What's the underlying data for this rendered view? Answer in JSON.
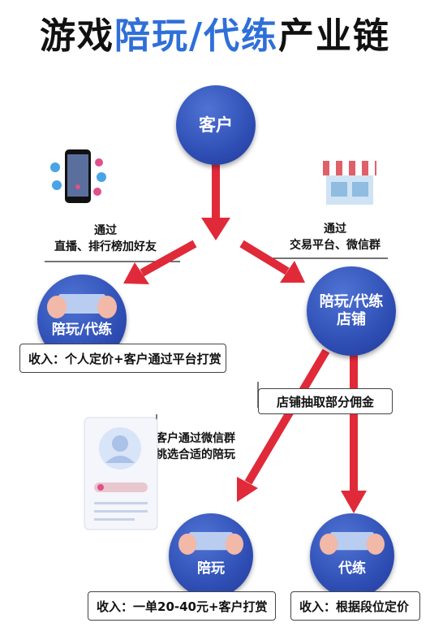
{
  "title": {
    "part1": "游戏",
    "part2": "陪玩/代练",
    "part3": "产业链"
  },
  "nodes": {
    "customer": "客户",
    "companion_worker": "陪玩/代练",
    "shop_line1": "陪玩/代练",
    "shop_line2": "店铺",
    "companion": "陪玩",
    "booster": "代练"
  },
  "channels": {
    "left_line1": "通过",
    "left_line2": "直播、排行榜加好友",
    "right_line1": "通过",
    "right_line2": "交易平台、微信群"
  },
  "income": {
    "worker": "收入：个人定价+客户通过平台打赏",
    "commission": "店铺抽取部分佣金",
    "companion": "收入：一单20-40元+客户打赏",
    "booster": "收入：根据段位定价"
  },
  "wechat_note": {
    "line1": "客户通过微信群",
    "line2": "挑选合适的陪玩"
  },
  "colors": {
    "accent": "#2f6fd8",
    "node": "#2f4fb5",
    "arrow": "#e02a39"
  },
  "icons": [
    "smartphone-icon",
    "shop-icon",
    "profile-card-icon",
    "hands-phone-icon"
  ]
}
